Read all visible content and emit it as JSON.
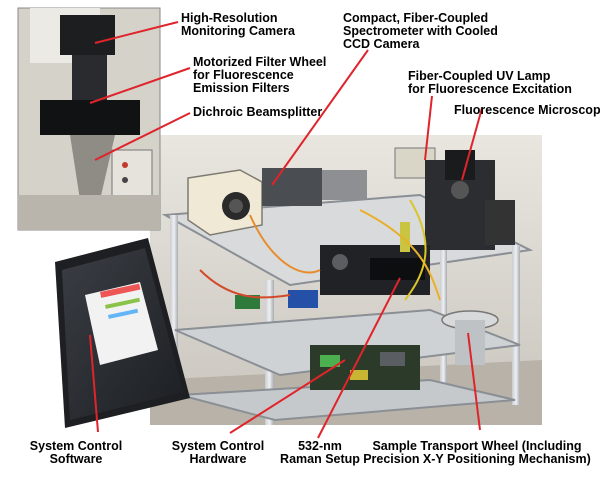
{
  "labels": {
    "camera": "High-Resolution\nMonitoring Camera",
    "filter_wheel": "Motorized Filter Wheel\nfor Fluorescence\nEmission Filters",
    "dichroic": "Dichroic Beamsplitter",
    "spectrometer": "Compact, Fiber-Coupled\nSpectrometer with Cooled\nCCD Camera",
    "uv_lamp": "Fiber-Coupled UV Lamp\nfor Fluorescence Excitation",
    "microscope": "Fluorescence Microscope",
    "software": "System Control\nSoftware",
    "hardware": "System Control\nHardware",
    "raman": "532-nm\nRaman Setup",
    "sample_wheel": "Sample Transport Wheel (Including\nPrecision X-Y Positioning Mechanism)"
  },
  "colors": {
    "leader_line": "#e0242b",
    "frame_metal": "#9aa0a6",
    "background": "#ffffff"
  }
}
